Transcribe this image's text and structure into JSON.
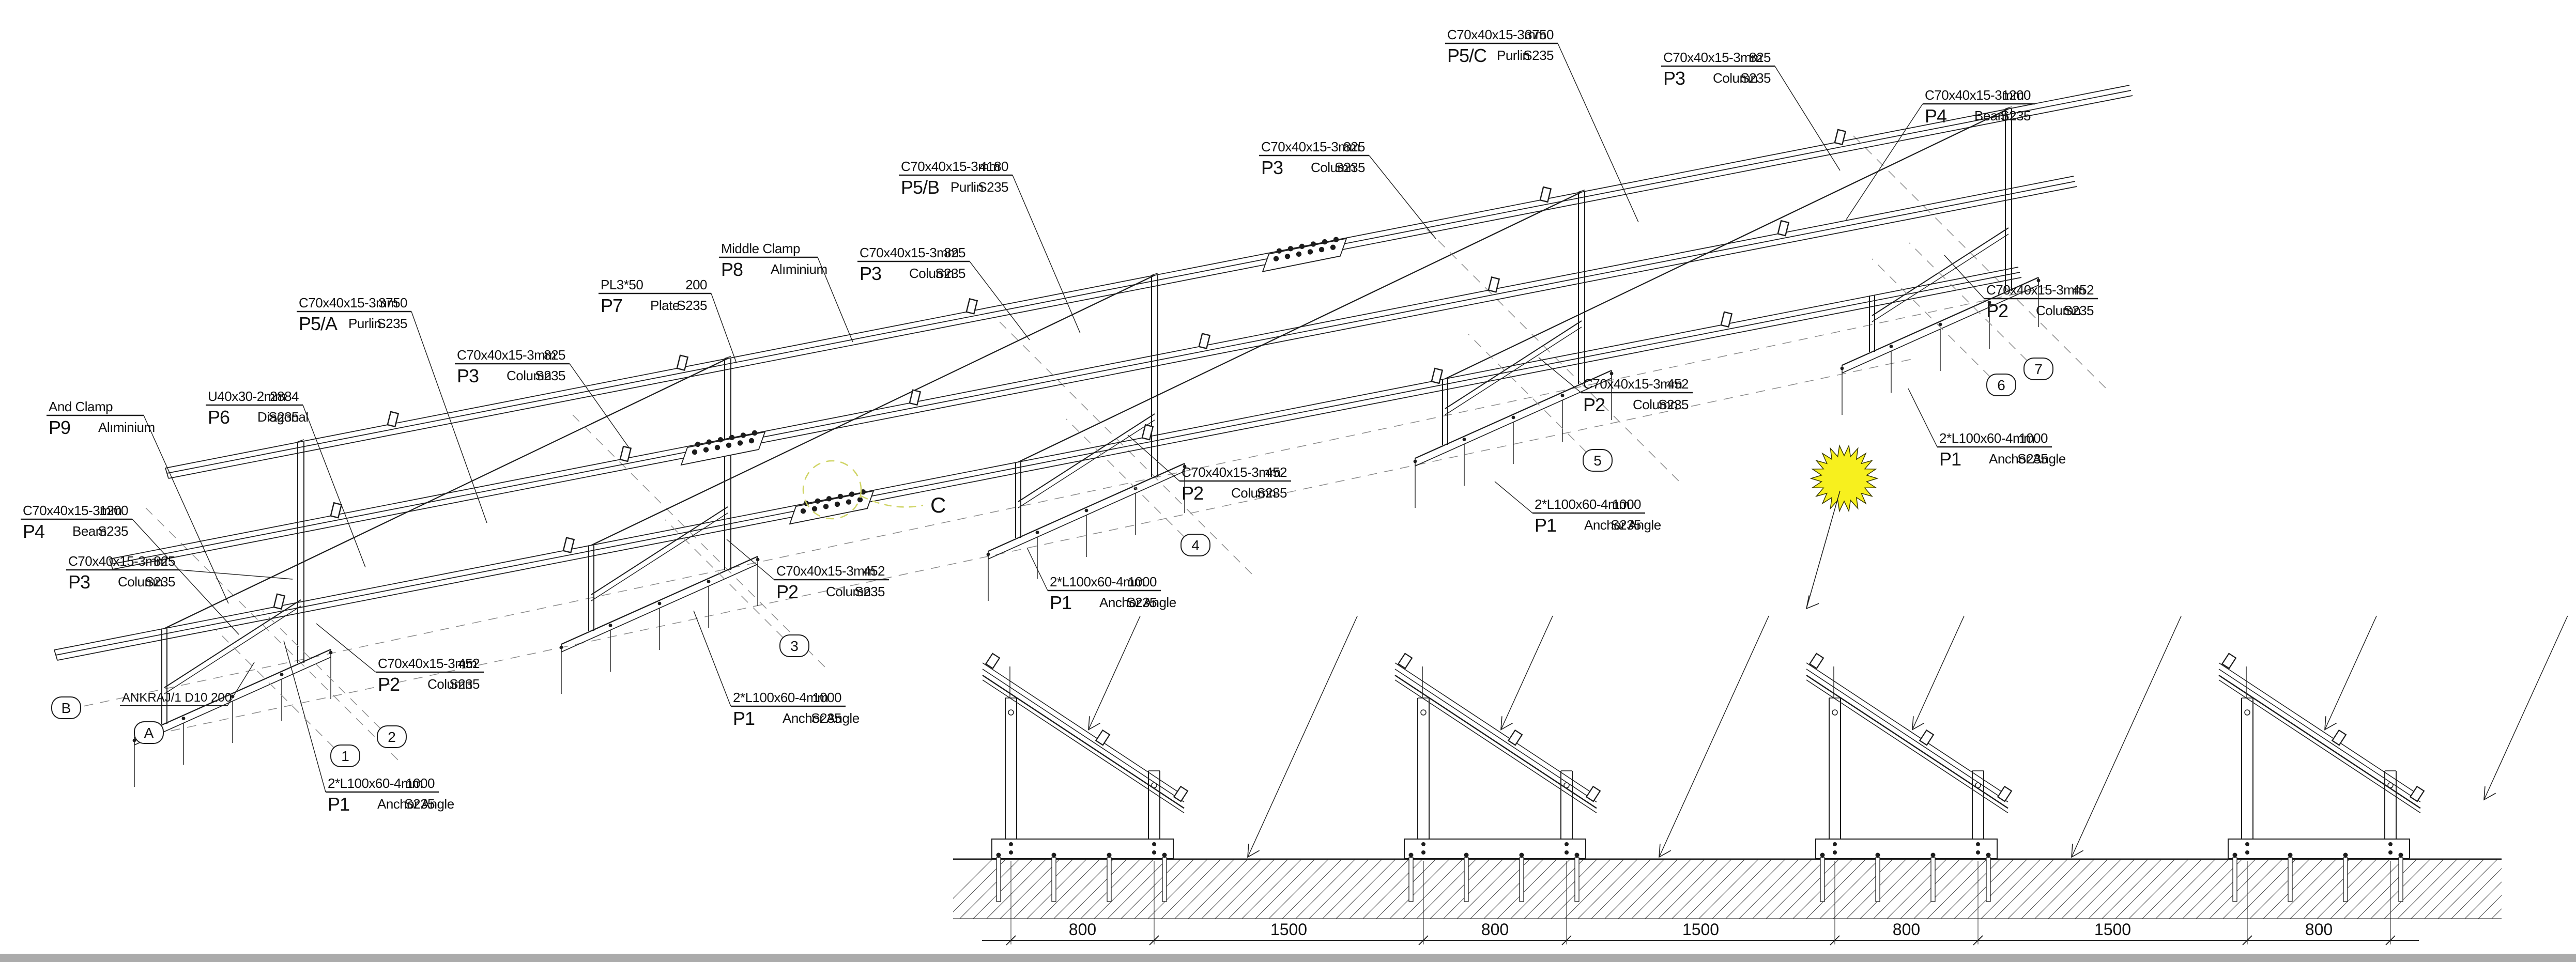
{
  "drawing": {
    "colors": {
      "line": "#1c1c1c",
      "grid_dash": "#8a8a8a",
      "detail_circle": "#cfd464",
      "sun_fill": "#f7f01e",
      "sun_stroke": "#3a3a00",
      "ground_bar": "#ababab",
      "hatch": "#4d4d4d"
    },
    "part_labels": [
      {
        "spec": "C70x40x15-3mm",
        "len": "3750",
        "id": "P5/C",
        "name": "Purlin",
        "mat": "S235"
      },
      {
        "spec": "C70x40x15-3mm",
        "len": "825",
        "id": "P3",
        "name": "Column",
        "mat": "S235"
      },
      {
        "spec": "C70x40x15-3mm",
        "len": "1200",
        "id": "P4",
        "name": "Beam",
        "mat": "S235"
      },
      {
        "spec": "C70x40x15-3mm",
        "len": "4180",
        "id": "P5/B",
        "name": "Purlin",
        "mat": "S235"
      },
      {
        "spec": "C70x40x15-3mm",
        "len": "825",
        "id": "P3",
        "name": "Column",
        "mat": "S235"
      },
      {
        "spec": "Middle Clamp",
        "len": "",
        "id": "P8",
        "name": "Alıminium",
        "mat": ""
      },
      {
        "spec": "C70x40x15-3mm",
        "len": "825",
        "id": "P3",
        "name": "Column",
        "mat": "S235"
      },
      {
        "spec": "PL3*50",
        "len": "200",
        "id": "P7",
        "name": "Plate",
        "mat": "S235"
      },
      {
        "spec": "C70x40x15-3mm",
        "len": "3750",
        "id": "P5/A",
        "name": "Purlin",
        "mat": "S235"
      },
      {
        "spec": "C70x40x15-3mm",
        "len": "825",
        "id": "P3",
        "name": "Column",
        "mat": "S235"
      },
      {
        "spec": "U40x30-2mm",
        "len": "2884",
        "id": "P6",
        "name": "Diagonal",
        "mat": "S235"
      },
      {
        "spec": "And Clamp",
        "len": "",
        "id": "P9",
        "name": "Alıminium",
        "mat": ""
      },
      {
        "spec": "C70x40x15-3mm",
        "len": "1200",
        "id": "P4",
        "name": "Beam",
        "mat": "S235"
      },
      {
        "spec": "C70x40x15-3mm",
        "len": "825",
        "id": "P3",
        "name": "Column",
        "mat": "S235"
      },
      {
        "spec": "C70x40x15-3mm",
        "len": "452",
        "id": "P2",
        "name": "Column",
        "mat": "S235"
      },
      {
        "spec": "2*L100x60-4mm",
        "len": "1000",
        "id": "P1",
        "name": "Anchor Angle",
        "mat": "S235"
      },
      {
        "spec": "C70x40x15-3mm",
        "len": "452",
        "id": "P2",
        "name": "Column",
        "mat": "S235"
      },
      {
        "spec": "2*L100x60-4mm",
        "len": "1000",
        "id": "P1",
        "name": "Anchor Angle",
        "mat": "S235"
      },
      {
        "spec": "C70x40x15-3mm",
        "len": "452",
        "id": "P2",
        "name": "Column",
        "mat": "S235"
      },
      {
        "spec": "2*L100x60-4mm",
        "len": "1000",
        "id": "P1",
        "name": "Anchor Angle",
        "mat": "S235"
      },
      {
        "spec": "C70x40x15-3mm",
        "len": "452",
        "id": "P2",
        "name": "Column",
        "mat": "S235"
      },
      {
        "spec": "2*L100x60-4mm",
        "len": "1000",
        "id": "P1",
        "name": "Anchor Angle",
        "mat": "S235"
      },
      {
        "spec": "C70x40x15-3mm",
        "len": "452",
        "id": "P2",
        "name": "Column",
        "mat": "S235"
      },
      {
        "spec": "2*L100x60-4mm",
        "len": "1000",
        "id": "P1",
        "name": "Anchor Angle",
        "mat": "S235"
      }
    ],
    "balloons": [
      "1",
      "2",
      "3",
      "4",
      "5",
      "6",
      "7",
      "A",
      "B"
    ],
    "anchor_note": "ANKRAJ/1  D10 200",
    "detail_callout": "C",
    "elevation_dimensions": [
      "800",
      "1500",
      "800",
      "1500",
      "800",
      "1500",
      "800"
    ]
  }
}
